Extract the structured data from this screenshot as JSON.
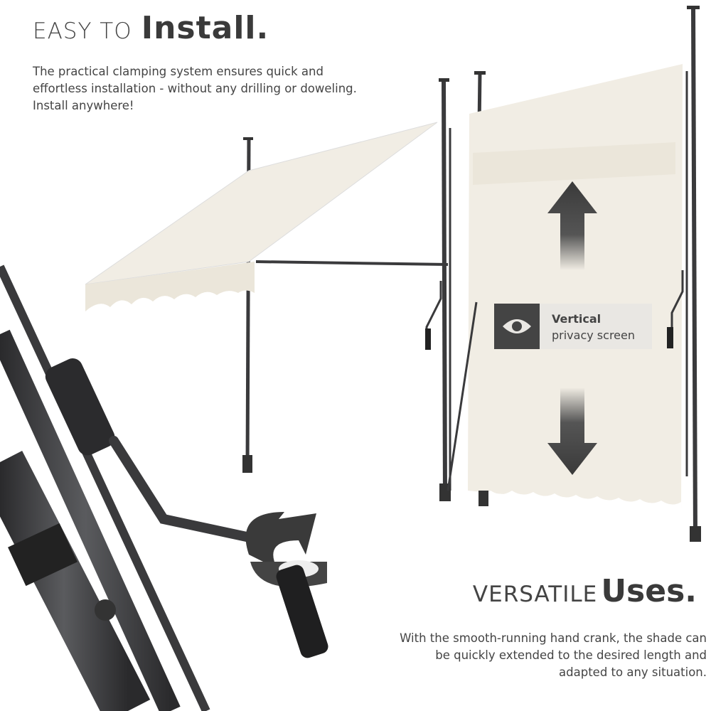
{
  "top": {
    "heading_light": "EASY TO",
    "heading_bold": "Install.",
    "text": "The practical clamping system ensures quick and effortless installation - without any drilling or doweling. Install anywhere!"
  },
  "badge": {
    "icon": "eye-icon",
    "title": "Vertical",
    "subtitle": "privacy screen"
  },
  "bottom": {
    "heading_light": "VERSATILE",
    "heading_bold": "Uses.",
    "text": "With the smooth-running hand crank, the shade can be quickly extended to the desired length and adapted to any situation."
  },
  "colors": {
    "fabric": "#f1ede4",
    "pole": "#3a3a3c",
    "text": "#3c3c3c"
  }
}
